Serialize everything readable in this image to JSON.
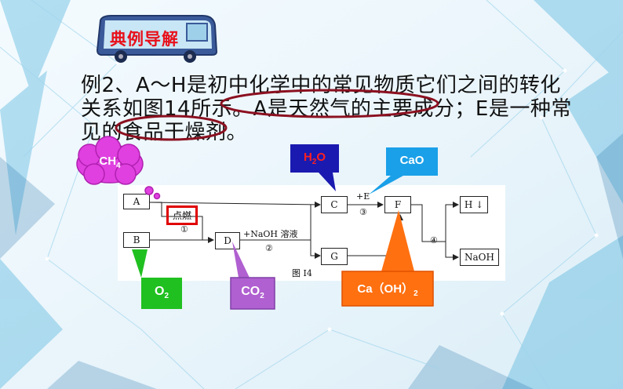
{
  "header": {
    "title": "典例导解"
  },
  "paragraph": {
    "line1": "例2、A～H是初中化学中的常见物质它们之间的转化",
    "line2_a": "关系如图14所示。",
    "line2_b": "A是天然气的主要成分",
    "line2_c": "；E是一种常",
    "line3_a": "见的",
    "line3_b": "食品干燥剂",
    "line3_c": "。"
  },
  "diagram": {
    "caption": "图 I4",
    "nodes": {
      "A": "A",
      "B": "B",
      "C": "C",
      "D": "D",
      "F": "F",
      "G": "G",
      "H": "H ↓",
      "NaOH": "NaOH"
    },
    "labels": {
      "ignite": "点燃",
      "step1": "①",
      "reagent2": "+NaOH 溶液",
      "step2": "②",
      "plusE": "+E",
      "step3": "③",
      "step4": "④"
    }
  },
  "callouts": {
    "ch4": {
      "text": "CH",
      "sub": "4",
      "color": "#e040e0"
    },
    "h2o": {
      "pre": "H",
      "sub": "2",
      "post": "O",
      "color": "#1a1ab0",
      "text_color": "#ff2020"
    },
    "cao": {
      "text": "CaO",
      "color": "#1aa0e8"
    },
    "o2": {
      "text": "O",
      "sub": "2",
      "color": "#20c020"
    },
    "co2": {
      "text": "CO",
      "sub": "2",
      "color": "#b060d0"
    },
    "caoh2": {
      "text": "Ca（OH）",
      "sub": "2",
      "color": "#ff7010"
    }
  },
  "colors": {
    "highlight_oval": "#8b1020",
    "ignite_box": "#e00000"
  }
}
